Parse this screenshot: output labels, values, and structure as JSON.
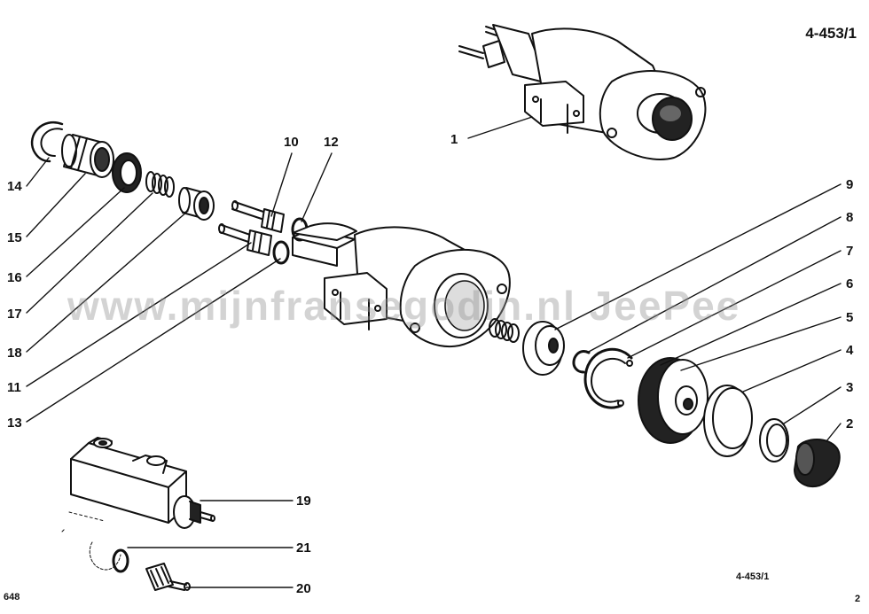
{
  "diagram": {
    "ref_top": "4-453/1",
    "ref_bottom": "4-453/1",
    "page_left": "648",
    "page_right": "2",
    "watermark": "www.mijnfransegodin.nl   JeePee",
    "callouts": [
      "1",
      "2",
      "3",
      "4",
      "5",
      "6",
      "7",
      "8",
      "9",
      "10",
      "11",
      "12",
      "13",
      "14",
      "15",
      "16",
      "17",
      "18",
      "19",
      "20",
      "21"
    ]
  },
  "colors": {
    "ink": "#111111",
    "paper": "#ffffff",
    "watermark": "#9a9a9a"
  }
}
